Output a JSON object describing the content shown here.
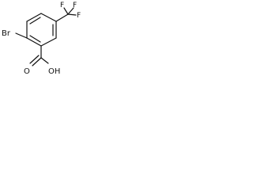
{
  "molecule": {
    "atoms": {
      "bromine": "Br",
      "carbonyl_oxygen": "O",
      "hydroxyl": "OH",
      "fluorine_top_left": "F",
      "fluorine_top_right": "F",
      "fluorine_right": "F"
    }
  }
}
